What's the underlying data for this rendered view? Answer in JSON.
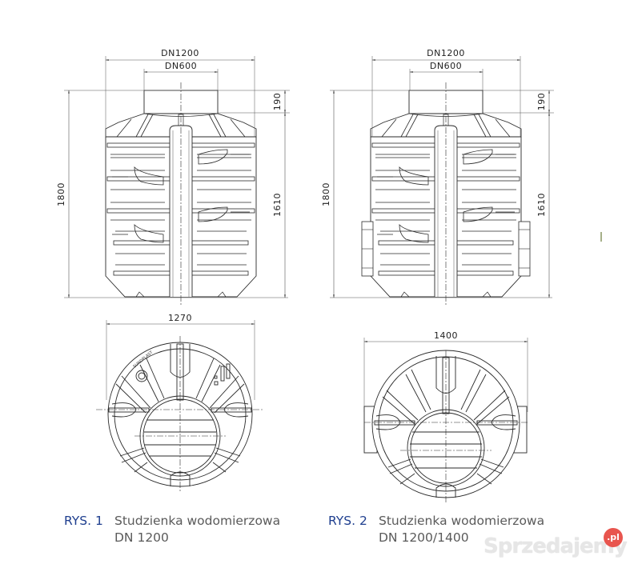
{
  "colors": {
    "line": "#2a2a2a",
    "dim_line": "#555555",
    "label_blue": "#1f3f8f",
    "caption_gray": "#5a5a5a",
    "watermark_badge": "#e8554e",
    "watermark_text": "#e6e6e6"
  },
  "figure1": {
    "side_view": {
      "dims": {
        "outer_width": "DN1200",
        "inner_width": "DN600",
        "total_height": "1800",
        "body_height": "1610",
        "neck_height": "190"
      }
    },
    "top_view": {
      "dims": {
        "diameter": "1270"
      }
    },
    "caption": {
      "label": "RYS. 1",
      "title_line1": "Studzienka wodomierzowa",
      "title_line2": "DN 1200"
    }
  },
  "figure2": {
    "side_view": {
      "dims": {
        "outer_width": "DN1200",
        "inner_width": "DN600",
        "total_height": "1800",
        "body_height": "1610",
        "neck_height": "190"
      }
    },
    "top_view": {
      "dims": {
        "diameter": "1400"
      }
    },
    "caption": {
      "label": "RYS. 2",
      "title_line1": "Studzienka wodomierzowa",
      "title_line2": "DN 1200/1400"
    }
  },
  "watermark": {
    "text": "Sprzedajemy",
    "badge": ".pl"
  }
}
